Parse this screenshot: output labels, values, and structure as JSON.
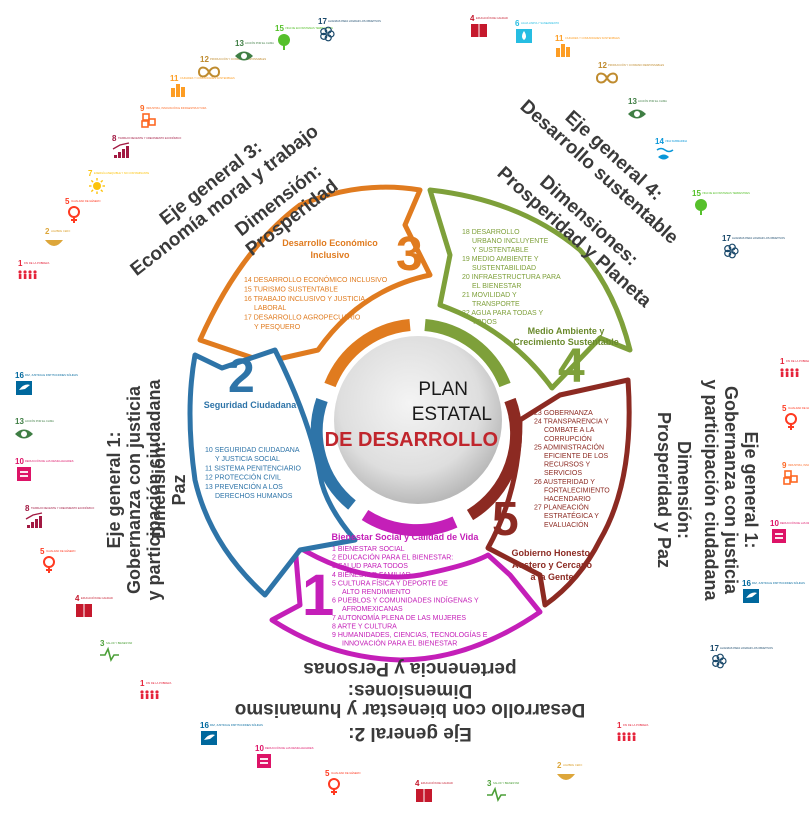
{
  "center": {
    "line1": "PLAN",
    "line2": "ESTATAL",
    "line3": "DE DESARROLLO"
  },
  "segments": [
    {
      "number": "1",
      "title": "Bienestar Social y Calidad de Vida",
      "color": "#C41FB8",
      "items": [
        "1 BIENESTAR SOCIAL",
        "2 EDUCACIÓN PARA EL BIENESTAR:",
        "3 SALUD PARA TODOS",
        "4 BIENESTAR FAMILIAR",
        "5 CULTURA FÍSICA Y DEPORTE DE",
        "ALTO RENDIMIENTO",
        "6 PUEBLOS Y COMUNIDADES INDÍGENAS Y",
        "AFROMEXICANAS",
        "7 AUTONOMÍA PLENA DE LAS MUJERES",
        "8 ARTE Y CULTURA",
        "9 HUMANIDADES, CIENCIAS, TECNOLOGÍAS E",
        "INNOVACIÓN PARA EL BIENESTAR"
      ]
    },
    {
      "number": "2",
      "title": "Seguridad Ciudadana",
      "color": "#2E74A8",
      "items": [
        "10 SEGURIDAD CIUDADANA",
        "Y JUSTICIA SOCIAL",
        "11 SISTEMA PENITENCIARIO",
        "12 PROTECCIÓN CIVIL",
        "13 PREVENCIÓN A LOS",
        "DERECHOS HUMANOS"
      ]
    },
    {
      "number": "3",
      "title_line1": "Desarrollo Económico",
      "title_line2": "Inclusivo",
      "color": "#E07B1F",
      "items": [
        "14 DESARROLLO ECONÓMICO INCLUSIVO",
        "15 TURISMO SUSTENTABLE",
        "16 TRABAJO INCLUSIVO Y JUSTICIA",
        "LABORAL",
        "17 DESARROLLO AGROPECUARIO",
        "Y PESQUERO"
      ]
    },
    {
      "number": "4",
      "title_line1": "Medio Ambiente y",
      "title_line2": "Crecimiento Sustentable",
      "color": "#7EA03A",
      "items": [
        "18 DESARROLLO",
        "URBANO INCLUYENTE",
        "Y SUSTENTABLE",
        "19 MEDIO AMBIENTE Y",
        "SUSTENTABILIDAD",
        "20 INFRAESTRUCTURA PARA",
        "EL BIENESTAR",
        "21 MOVILIDAD Y",
        "TRANSPORTE",
        "22 AGUA PARA TODAS Y",
        "TODOS"
      ]
    },
    {
      "number": "5",
      "title_line1": "Gobierno Honesto,",
      "title_line2": "Austero y Cercano",
      "title_line3": "a la Gente",
      "color": "#8C2A22",
      "items": [
        "23 GOBERNANZA",
        "24 TRANSPARENCIA Y",
        "COMBATE A LA",
        "CORRUPCIÓN",
        "25 ADMINISTRACIÓN",
        "EFICIENTE DE LOS",
        "RECURSOS Y",
        "SERVICIOS",
        "26 AUSTERIDAD Y",
        "FORTALECIMIENTO",
        "HACENDARIO",
        "27 PLANEACIÓN",
        "ESTRATÉGICA Y",
        "EVALUACIÓN"
      ]
    }
  ],
  "axes": {
    "eje1_left": [
      "Eje general 1:",
      "Gobernanza con justicia",
      "y participación ciudadana"
    ],
    "dim_left": [
      "Dimensión:",
      "Paz"
    ],
    "eje1_right": [
      "Eje general 1:",
      "Gobernanza con justicia",
      "y participación ciudadana"
    ],
    "dim_right": [
      "Dimensión:",
      "Prosperidad y Paz"
    ],
    "eje2": [
      "Eje general 2:",
      "Desarrollo con bienestar y humanismo"
    ],
    "dim2": [
      "Dimensiones:",
      "pertenencia y Personas"
    ],
    "eje3": [
      "Eje general 3:",
      "Economía moral y trabajo"
    ],
    "dim3": [
      "Dimensión:",
      "Prosperidad"
    ],
    "eje4": [
      "Eje general 4:",
      "Desarrollo sustentable"
    ],
    "dim4": [
      "Dimensiones:",
      "Prosperidad y Planeta"
    ]
  },
  "ods_icons": [
    {
      "n": "1",
      "label": "FIN DE LA POBREZA",
      "color": "#E5243B",
      "icon": "people-icon"
    },
    {
      "n": "2",
      "label": "HAMBRE CERO",
      "color": "#DDA63A",
      "icon": "bowl-icon"
    },
    {
      "n": "3",
      "label": "SALUD Y BIENESTAR",
      "color": "#4C9F38",
      "icon": "heartbeat-icon"
    },
    {
      "n": "4",
      "label": "EDUCACIÓN DE CALIDAD",
      "color": "#C5192D",
      "icon": "book-icon"
    },
    {
      "n": "5",
      "label": "IGUALDAD DE GÉNERO",
      "color": "#FF3A21",
      "icon": "gender-icon"
    },
    {
      "n": "6",
      "label": "AGUA LIMPIA Y SANEAMIENTO",
      "color": "#26BDE2",
      "icon": "water-icon"
    },
    {
      "n": "7",
      "label": "ENERGÍA ASEQUIBLE Y NO CONTAMINANTE",
      "color": "#FCC30B",
      "icon": "sun-icon"
    },
    {
      "n": "8",
      "label": "TRABAJO DECENTE Y CRECIMIENTO ECONÓMICO",
      "color": "#A21942",
      "icon": "growth-icon"
    },
    {
      "n": "9",
      "label": "INDUSTRIA, INNOVACIÓN E INFRAESTRUCTURA",
      "color": "#FD6925",
      "icon": "cubes-icon"
    },
    {
      "n": "10",
      "label": "REDUCCIÓN DE LAS DESIGUALDADES",
      "color": "#DD1367",
      "icon": "equal-icon"
    },
    {
      "n": "11",
      "label": "CIUDADES Y COMUNIDADES SOSTENIBLES",
      "color": "#FD9D24",
      "icon": "city-icon"
    },
    {
      "n": "12",
      "label": "PRODUCCIÓN Y CONSUMO RESPONSABLES",
      "color": "#BF8B2E",
      "icon": "infinity-icon"
    },
    {
      "n": "13",
      "label": "ACCIÓN POR EL CLIMA",
      "color": "#3F7E44",
      "icon": "eye-icon"
    },
    {
      "n": "14",
      "label": "VIDA SUBMARINA",
      "color": "#0A97D9",
      "icon": "fish-icon"
    },
    {
      "n": "15",
      "label": "VIDA DE ECOSISTEMAS TERRESTRES",
      "color": "#56C02B",
      "icon": "tree-icon"
    },
    {
      "n": "16",
      "label": "PAZ, JUSTICIA E INSTITUCIONES SÓLIDAS",
      "color": "#00689D",
      "icon": "dove-icon"
    },
    {
      "n": "17",
      "label": "ALIANZAS PARA LOGRAR LOS OBJETIVOS",
      "color": "#19486A",
      "icon": "flower-icon"
    }
  ]
}
